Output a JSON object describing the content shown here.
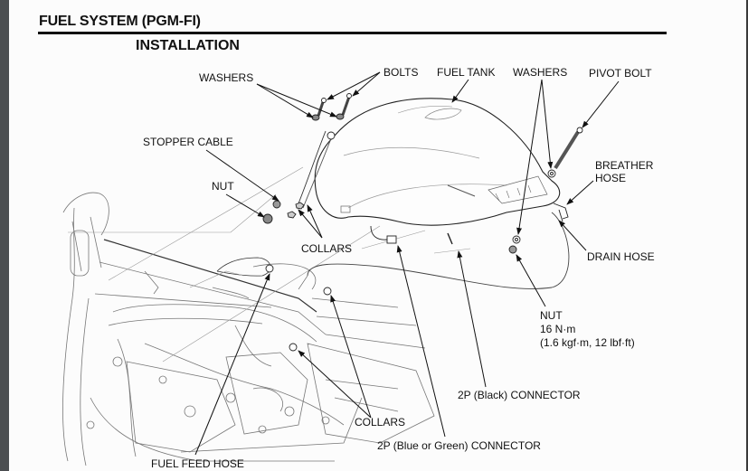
{
  "header": {
    "section_title": "FUEL SYSTEM (PGM-FI)",
    "subsection_title": "INSTALLATION"
  },
  "callouts": {
    "washers_left": "WASHERS",
    "bolts": "BOLTS",
    "fuel_tank": "FUEL TANK",
    "washers_right": "WASHERS",
    "pivot_bolt": "PIVOT BOLT",
    "stopper_cable": "STOPPER CABLE",
    "breather_hose_line1": "BREATHER",
    "breather_hose_line2": "HOSE",
    "nut_left": "NUT",
    "collars_upper": "COLLARS",
    "drain_hose": "DRAIN HOSE",
    "nut_right": "NUT",
    "nut_torque_nm": "16 N·m",
    "nut_torque_alt": "(1.6 kgf·m, 12 lbf·ft)",
    "connector_black": "2P (Black) CONNECTOR",
    "collars_lower": "COLLARS",
    "connector_blue_green": "2P (Blue or Green) CONNECTOR",
    "fuel_feed_hose": "FUEL FEED HOSE"
  }
}
